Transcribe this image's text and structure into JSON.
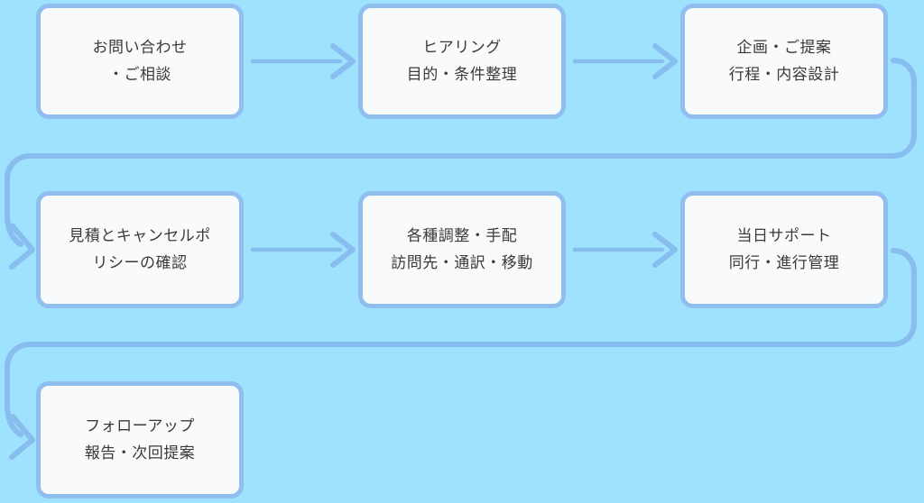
{
  "diagram": {
    "type": "flowchart",
    "direction": "left-to-right, wrapping to next row",
    "background_color": "#9fe2fd",
    "connector_color": "#87bdef",
    "box_fill_color": "#f8fafc",
    "box_border_color": "#90bfef",
    "text_color": "#3a3a3a"
  },
  "steps": [
    {
      "id": 1,
      "name": "inquiry",
      "lines": [
        "お問い合わせ",
        "・ご相談"
      ]
    },
    {
      "id": 2,
      "name": "hearing",
      "lines": [
        "ヒアリング",
        "目的・条件整理"
      ]
    },
    {
      "id": 3,
      "name": "proposal",
      "lines": [
        "企画・ご提案",
        "行程・内容設計"
      ]
    },
    {
      "id": 4,
      "name": "estimate",
      "lines": [
        "見積とキャンセルポ",
        "リシーの確認"
      ]
    },
    {
      "id": 5,
      "name": "arrangements",
      "lines": [
        "各種調整・手配",
        "訪問先・通訳・移動"
      ]
    },
    {
      "id": 6,
      "name": "day-support",
      "lines": [
        "当日サポート",
        "同行・進行管理"
      ]
    },
    {
      "id": 7,
      "name": "follow-up",
      "lines": [
        "フォローアップ",
        "報告・次回提案"
      ]
    }
  ],
  "connections": [
    {
      "from": 1,
      "to": 2,
      "style": "straight-arrow"
    },
    {
      "from": 2,
      "to": 3,
      "style": "straight-arrow"
    },
    {
      "from": 3,
      "to": 4,
      "style": "wrap-around-arrow"
    },
    {
      "from": 4,
      "to": 5,
      "style": "straight-arrow"
    },
    {
      "from": 5,
      "to": 6,
      "style": "straight-arrow"
    },
    {
      "from": 6,
      "to": 7,
      "style": "wrap-around-arrow"
    }
  ]
}
